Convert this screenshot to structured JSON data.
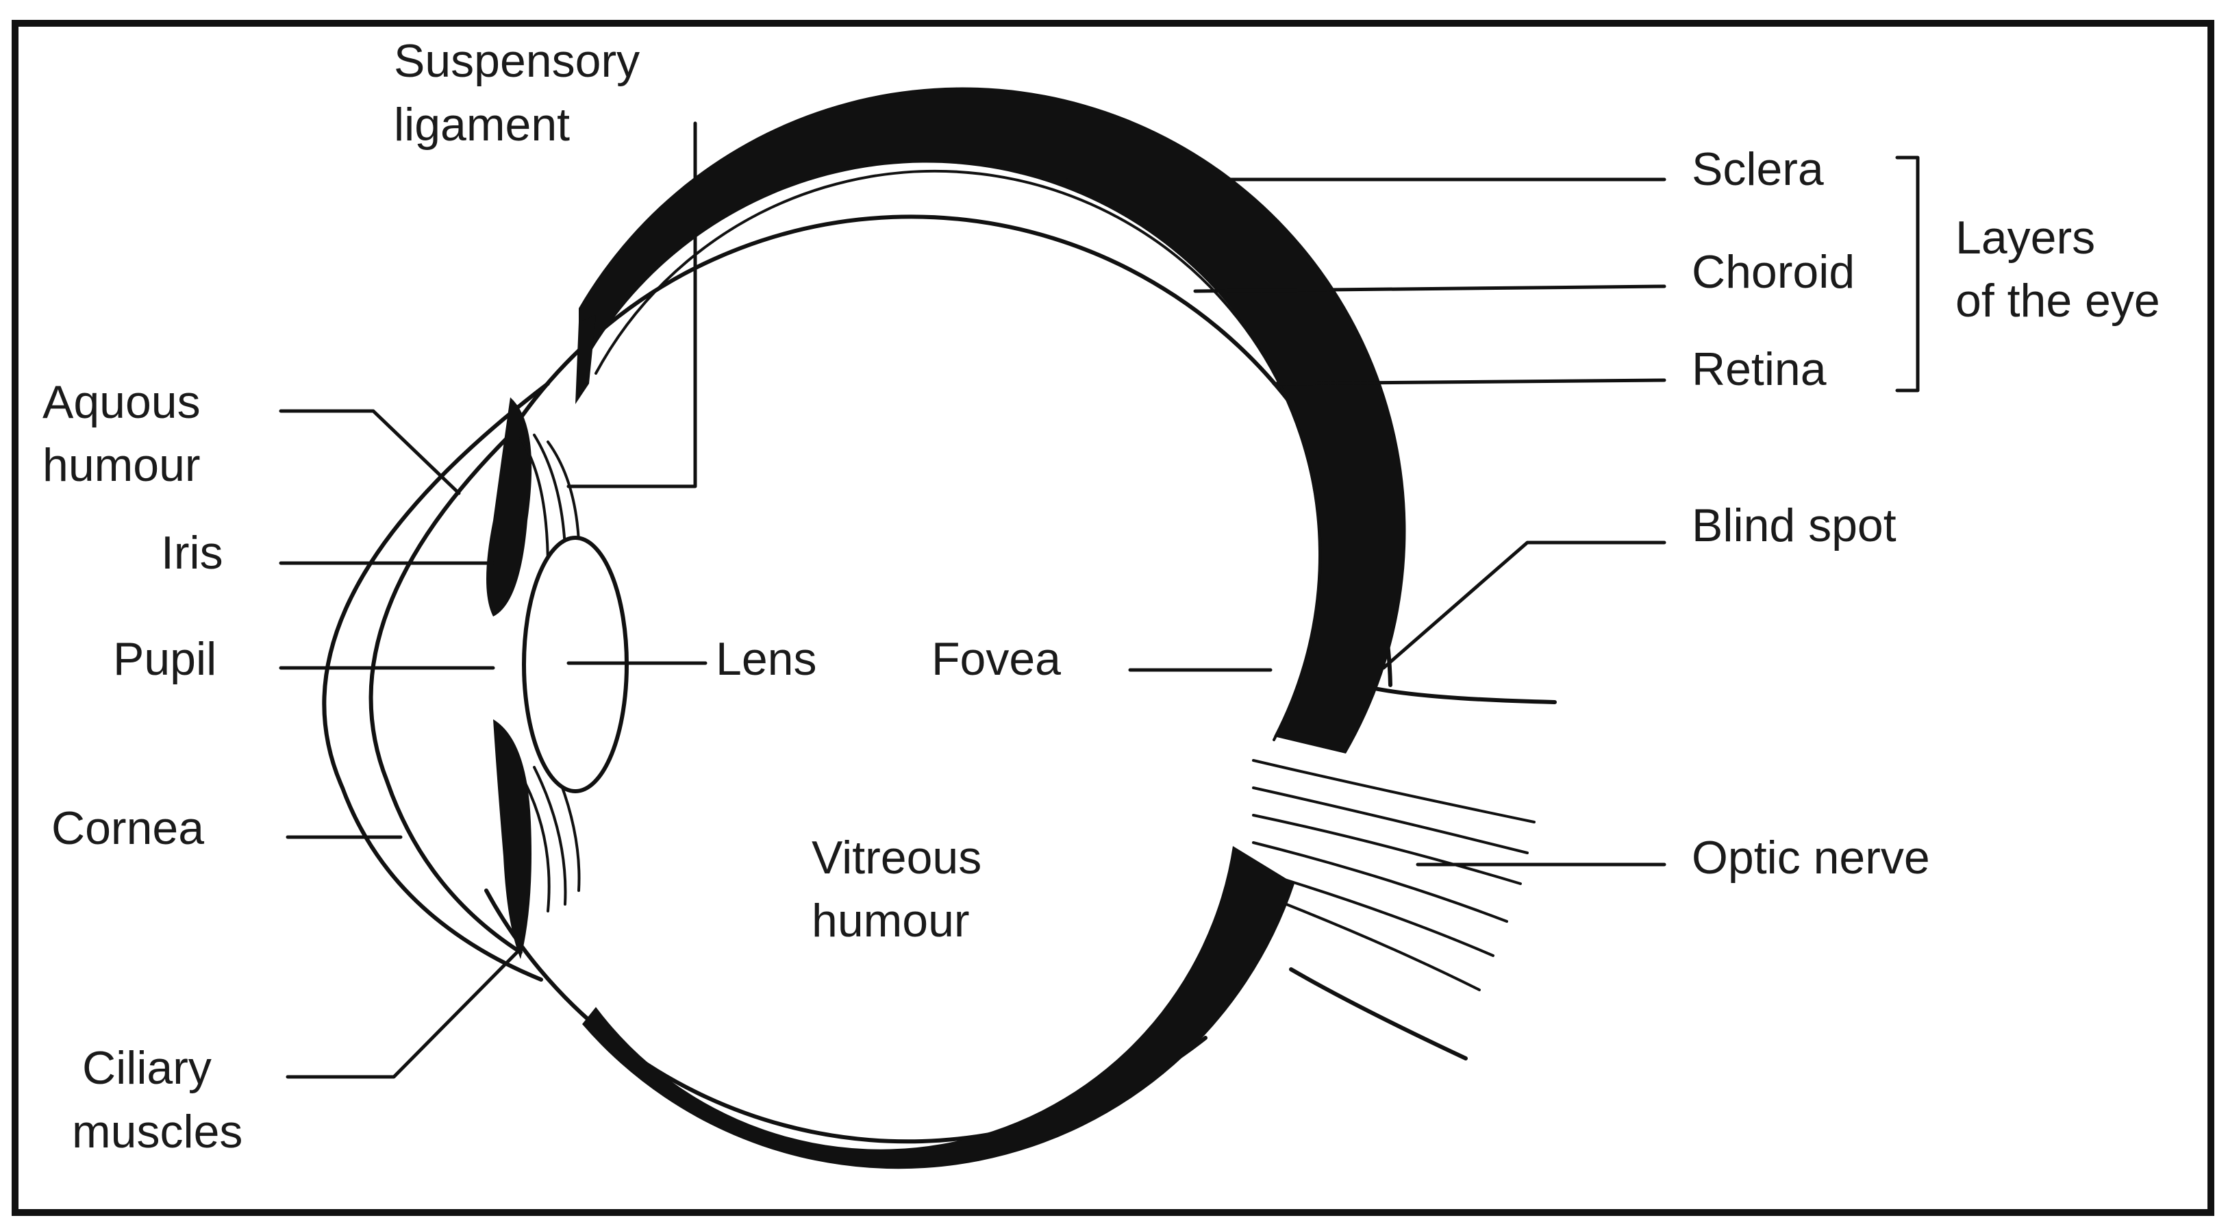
{
  "labels": {
    "suspensory_ligament": [
      "Suspensory",
      "ligament"
    ],
    "sclera": "Sclera",
    "choroid": "Choroid",
    "retina": "Retina",
    "layers_of_the_eye": [
      "Layers",
      "of the eye"
    ],
    "aquous_humour": [
      "Aquous",
      "humour"
    ],
    "iris": "Iris",
    "pupil": "Pupil",
    "lens": "Lens",
    "fovea": "Fovea",
    "blind_spot": "Blind spot",
    "cornea": "Cornea",
    "vitreous_humour": [
      "Vitreous",
      "humour"
    ],
    "optic_nerve": "Optic nerve",
    "ciliary_muscles": [
      "Ciliary",
      "muscles"
    ]
  },
  "colors": {
    "ink": "#111111",
    "background": "#ffffff"
  }
}
